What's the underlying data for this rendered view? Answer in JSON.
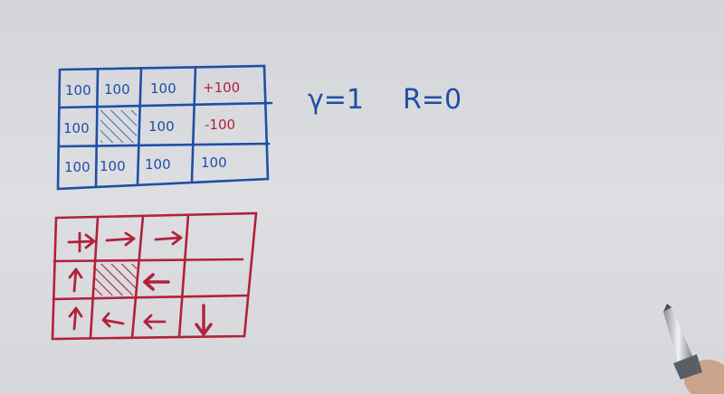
{
  "value_grid": {
    "rows": [
      [
        "100",
        "100",
        "100",
        "+100"
      ],
      [
        "100",
        "",
        "100",
        "-100"
      ],
      [
        "100",
        "100",
        "100",
        "100"
      ]
    ]
  },
  "equations": {
    "gamma": "γ=1",
    "reward": "R=0"
  },
  "policy_grid": {
    "rows": [
      [
        "right-arrow",
        "right-arrow",
        "right-arrow",
        "empty"
      ],
      [
        "up-arrow",
        "blocked",
        "left-arrow",
        "empty"
      ],
      [
        "up-arrow",
        "left-arrow",
        "left-arrow",
        "down-arrow"
      ]
    ]
  },
  "colors": {
    "blue_ink": "#1e4fa6",
    "red_ink": "#b0223b",
    "board": "#dcdde0"
  }
}
